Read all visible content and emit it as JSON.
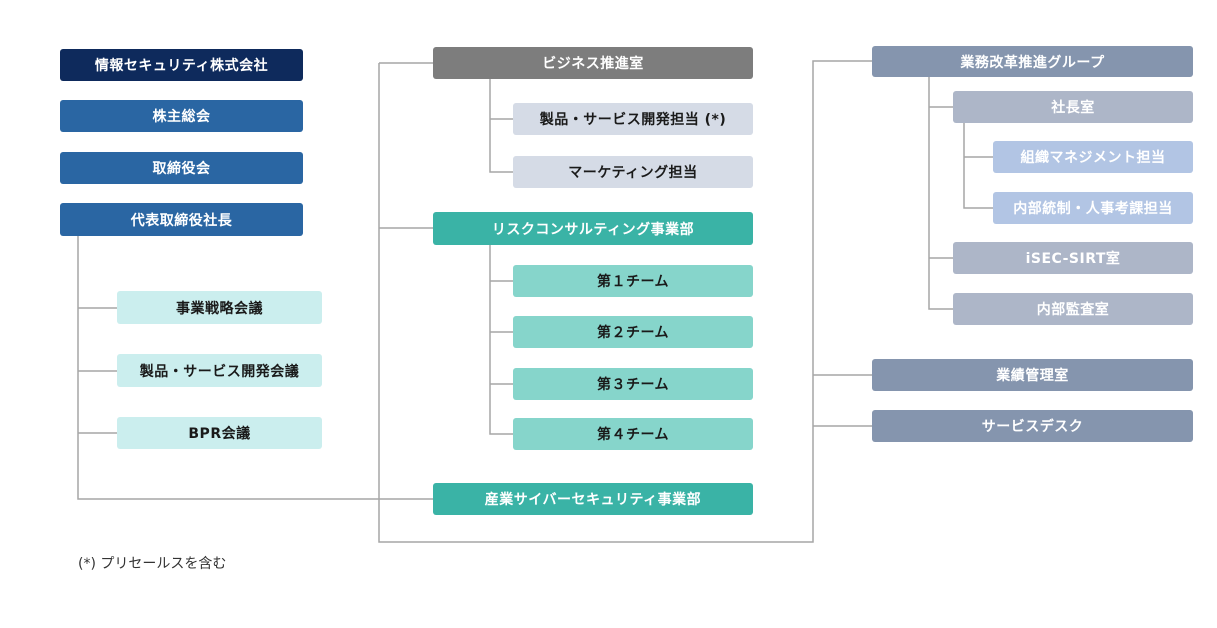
{
  "left_column": {
    "company": "情報セキュリティ株式会社",
    "shareholders": "株主総会",
    "board": "取締役会",
    "ceo": "代表取締役社長",
    "strategy_meeting": "事業戦略会議",
    "product_meeting": "製品・サービス開発会議",
    "bpr_meeting": "BPR会議"
  },
  "middle_column": {
    "business_office": "ビジネス推進室",
    "product_dev": "製品・サービス開発担当 (*)",
    "marketing": "マーケティング担当",
    "risk_consulting": "リスクコンサルティング事業部",
    "team1": "第１チーム",
    "team2": "第２チーム",
    "team3": "第３チーム",
    "team4": "第４チーム",
    "industrial_cyber": "産業サイバーセキュリティ事業部"
  },
  "right_column": {
    "reform_group": "業務改革推進グループ",
    "president_office": "社長室",
    "org_management": "組織マネジメント担当",
    "internal_control": "内部統制・人事考課担当",
    "isec_sirt": "iSEC-SIRT室",
    "audit_office": "内部監査室",
    "performance_office": "業績管理室",
    "service_desk": "サービスデスク"
  },
  "footnote": "(*) プリセールスを含む",
  "colors": {
    "navy": "#0e2a5c",
    "blue": "#2a66a3",
    "light_blue": "#cbeeee",
    "gray": "#7d7d7d",
    "light_gray": "#d5dbe6",
    "teal": "#3ab3a6",
    "light_teal": "#86d5cb",
    "slate": "#8595ae",
    "light_slate": "#adb6c8",
    "periwinkle": "#b2c5e4",
    "connector": "#a6a6a6"
  }
}
